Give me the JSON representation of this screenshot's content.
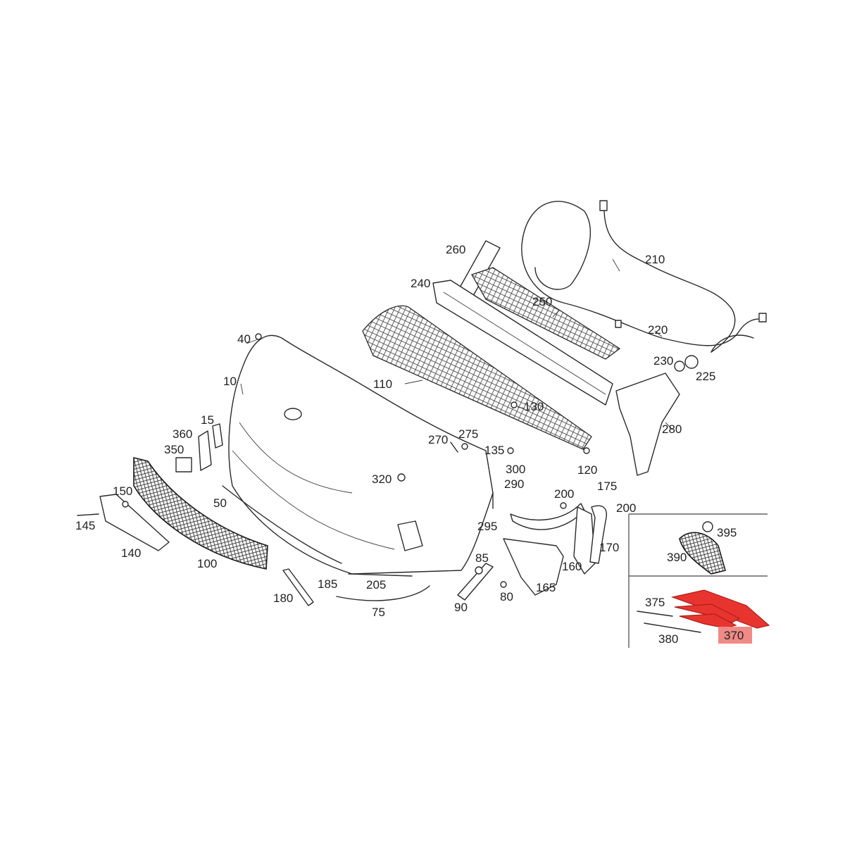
{
  "colors": {
    "line": "#2a2a2a",
    "highlight_fill": "#e8342f",
    "highlight_label_bg": "#f08a86",
    "background": "#ffffff"
  },
  "labels": {
    "p10": "10",
    "p15": "15",
    "p40": "40",
    "p50": "50",
    "p75": "75",
    "p80": "80",
    "p85": "85",
    "p90": "90",
    "p100": "100",
    "p110": "110",
    "p120": "120",
    "p130": "130",
    "p135": "135",
    "p140": "140",
    "p145": "145",
    "p150": "150",
    "p160": "160",
    "p165": "165",
    "p170": "170",
    "p175": "175",
    "p180": "180",
    "p185": "185",
    "p200a": "200",
    "p200b": "200",
    "p205": "205",
    "p210": "210",
    "p220": "220",
    "p225": "225",
    "p230": "230",
    "p240": "240",
    "p250": "250",
    "p260": "260",
    "p270": "270",
    "p275": "275",
    "p280": "280",
    "p290": "290",
    "p295": "295",
    "p300": "300",
    "p320": "320",
    "p350": "350",
    "p360": "360",
    "p370": "370",
    "p375": "375",
    "p380": "380",
    "p390": "390",
    "p395": "395"
  }
}
